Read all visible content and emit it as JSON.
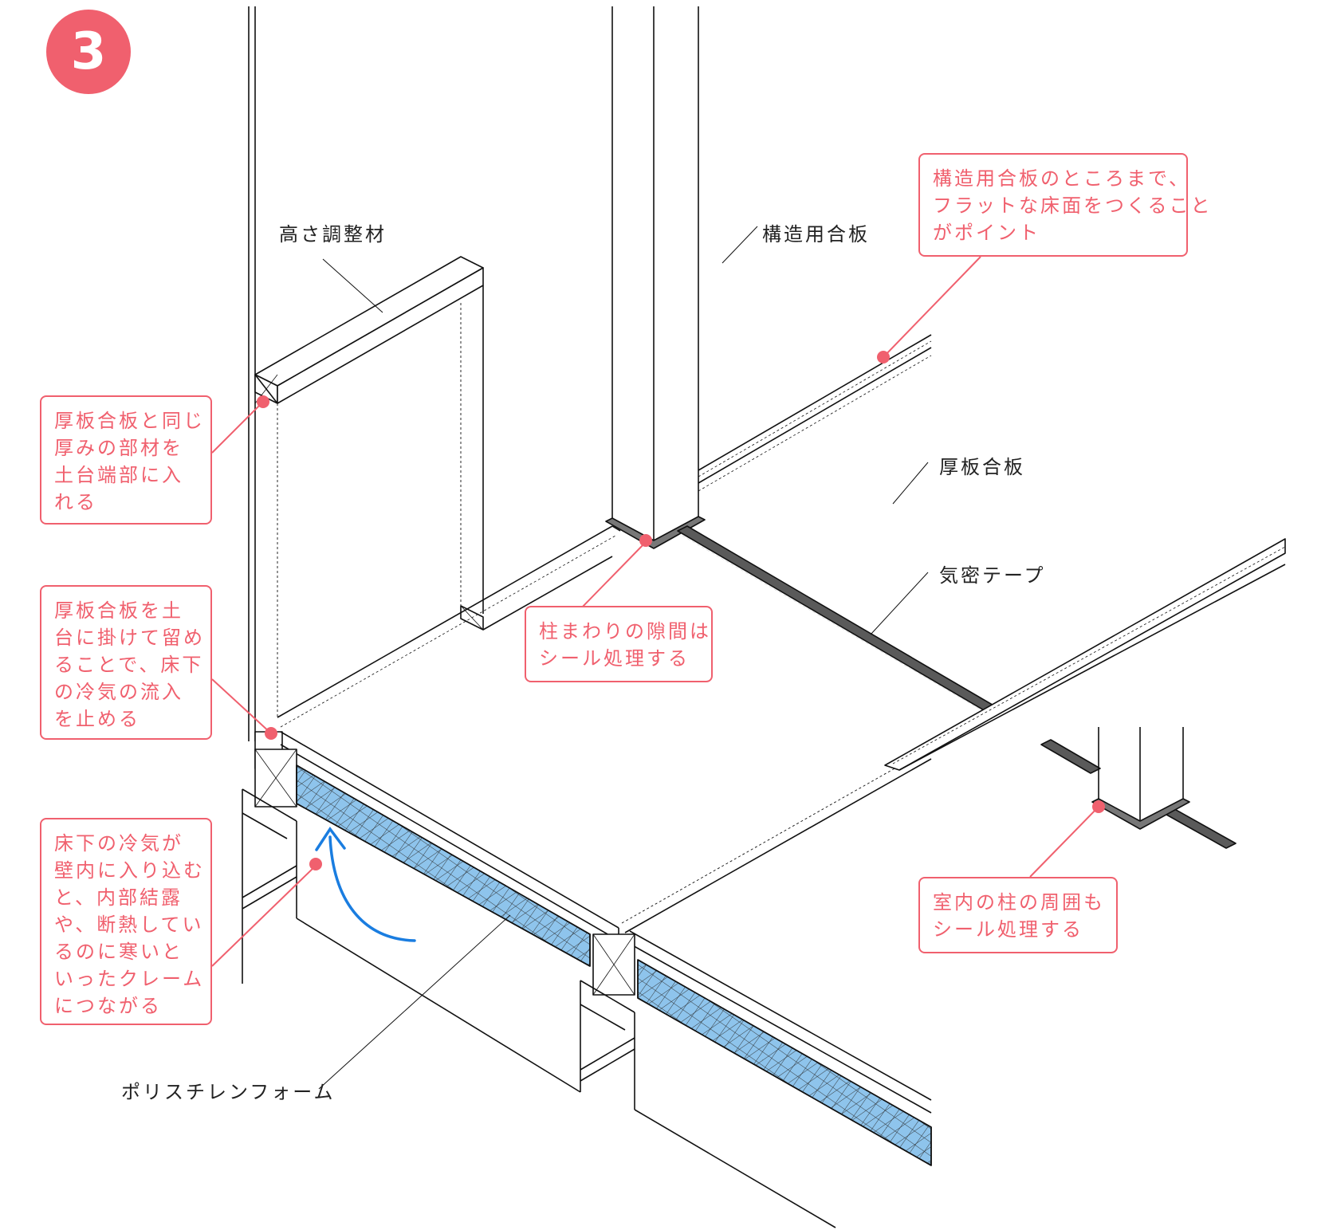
{
  "step_number": "3",
  "colors": {
    "accent": "#f0606e",
    "line": "#111111",
    "insulation": "#8ec4ec",
    "airflow_arrow": "#1a7de0",
    "tape": "#5a5a5a"
  },
  "labels": {
    "height_adjuster": "高さ調整材",
    "structural_plywood": "構造用合板",
    "thick_plywood": "厚板合板",
    "airtight_tape": "気密テープ",
    "polystyrene_foam": "ポリスチレンフォーム"
  },
  "callouts": {
    "flat_floor": [
      "構造用合板のところまで、",
      "フラットな床面をつくること",
      "がポイント"
    ],
    "same_thickness": [
      "厚板合板と同じ",
      "厚みの部材を",
      "土台端部に入",
      "れる"
    ],
    "hook_plywood": [
      "厚板合板を土",
      "台に掛けて留め",
      "ることで、床下",
      "の冷気の流入",
      "を止める"
    ],
    "column_seal": [
      "柱まわりの隙間は",
      "シール処理する"
    ],
    "cold_air": [
      "床下の冷気が",
      "壁内に入り込む",
      "と、内部結露",
      "や、断熱してい",
      "るのに寒いと",
      "いったクレーム",
      "につながる"
    ],
    "indoor_column": [
      "室内の柱の周囲も",
      "シール処理する"
    ]
  }
}
